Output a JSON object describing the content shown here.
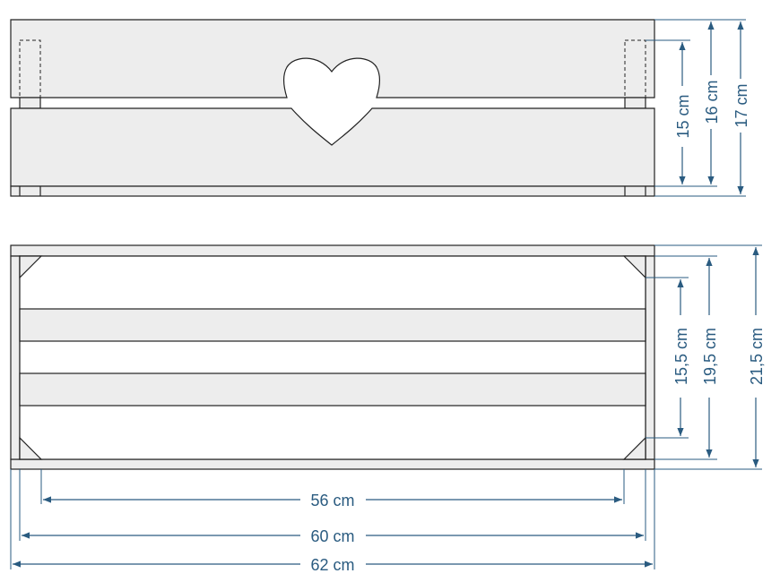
{
  "colors": {
    "outline": "#222222",
    "fill": "#ededed",
    "white": "#ffffff",
    "dimension": "#2a5b80"
  },
  "front_view": {
    "dimensions": {
      "panel_height": "15 cm",
      "inner_height": "16 cm",
      "total_height": "17 cm"
    }
  },
  "top_view": {
    "dimensions": {
      "inner_depth": "15,5 cm",
      "mid_depth": "19,5 cm",
      "total_depth": "21,5 cm",
      "inner_length": "56 cm",
      "mid_length": "60 cm",
      "total_length": "62 cm"
    }
  }
}
